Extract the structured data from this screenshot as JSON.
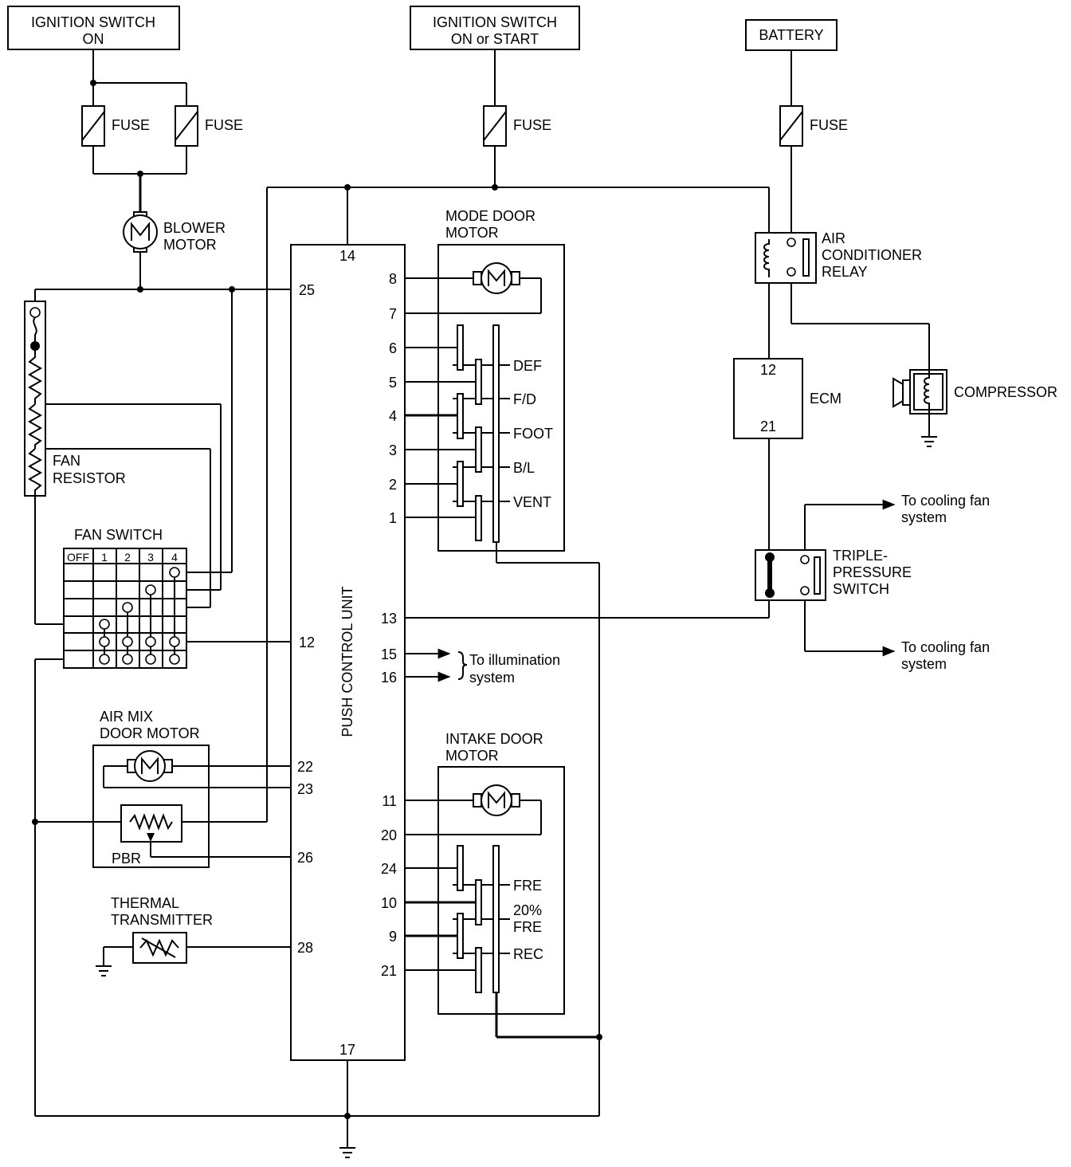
{
  "sources": {
    "ign_on": [
      "IGNITION SWITCH",
      "ON"
    ],
    "ign_on_start": [
      "IGNITION SWITCH",
      "ON or START"
    ],
    "battery": "BATTERY"
  },
  "fuse_label": "FUSE",
  "blower_motor": [
    "BLOWER",
    "MOTOR"
  ],
  "fan_resistor": [
    "FAN",
    "RESISTOR"
  ],
  "fan_switch": {
    "title": "FAN SWITCH",
    "positions": [
      "OFF",
      "1",
      "2",
      "3",
      "4"
    ]
  },
  "air_mix": {
    "title": [
      "AIR MIX",
      "DOOR MOTOR"
    ],
    "pbr": "PBR"
  },
  "thermal": [
    "THERMAL",
    "TRANSMITTER"
  ],
  "pcu": {
    "title": "PUSH CONTROL UNIT",
    "left_pins": [
      "25",
      "12",
      "22",
      "23",
      "26",
      "28"
    ],
    "top_pin": "14",
    "bottom_pin": "17",
    "right_pins": [
      "8",
      "7",
      "6",
      "5",
      "4",
      "3",
      "2",
      "1",
      "13",
      "15",
      "16",
      "11",
      "20",
      "24",
      "10",
      "9",
      "21"
    ]
  },
  "mode_door": {
    "title": [
      "MODE DOOR",
      "MOTOR"
    ],
    "modes": [
      "DEF",
      "F/D",
      "FOOT",
      "B/L",
      "VENT"
    ]
  },
  "intake_door": {
    "title": [
      "INTAKE DOOR",
      "MOTOR"
    ],
    "modes": [
      "FRE",
      "20%",
      "FRE",
      "REC"
    ]
  },
  "illumination": [
    "To illumination",
    "system"
  ],
  "ac_relay": [
    "AIR",
    "CONDITIONER",
    "RELAY"
  ],
  "ecm": {
    "label": "ECM",
    "pins": [
      "12",
      "21"
    ]
  },
  "compressor": "COMPRESSOR",
  "triple_switch": [
    "TRIPLE-",
    "PRESSURE",
    "SWITCH"
  ],
  "cooling_fan": [
    "To cooling fan",
    "system"
  ]
}
